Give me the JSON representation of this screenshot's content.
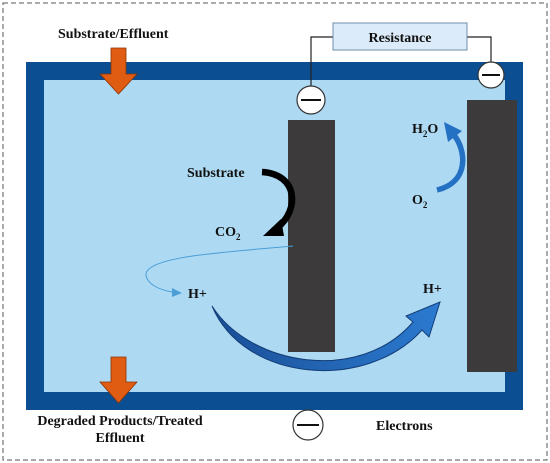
{
  "labels": {
    "inflow": "Substrate/Effluent",
    "resistance": "Resistance",
    "substrate": "Substrate",
    "co2": {
      "base": "CO",
      "sub": "2"
    },
    "h_plus_left": "H+",
    "h_plus_right": "H+",
    "water": {
      "pre": "H",
      "sub": "2",
      "post": "O"
    },
    "oxygen": {
      "base": "O",
      "sub": "2"
    },
    "outflow_line1": "Degraded Products/Treated",
    "outflow_line2": "Effluent",
    "electrons": "Electrons"
  },
  "colors": {
    "chamber_wall": "#0b4f92",
    "electrolyte": "#aed9f2",
    "electrode": "#3d3a3c",
    "flow_arrow": "#e05c12",
    "resistor_fill": "#dcebf9",
    "proton_arrow": "#1f5fae",
    "thin_arrow": "#4a9fd8",
    "substrate_arrow": "#000000",
    "o2_arrow": "#2471c4"
  },
  "icons": {
    "anode_terminal": "minus-circle",
    "cathode_terminal": "minus-circle",
    "electron_symbol": "minus-circle",
    "inflow_arrow": "down-arrow",
    "outflow_arrow": "down-arrow"
  }
}
